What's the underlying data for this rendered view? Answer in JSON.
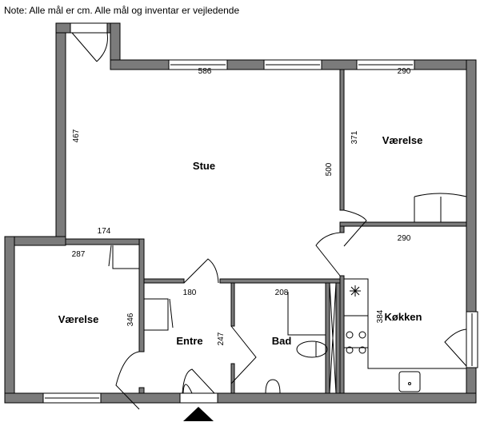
{
  "note": "Note: Alle mål er cm. Alle mål og inventar er vejledende",
  "rooms": {
    "stue": "Stue",
    "vaerelse_1": "Værelse",
    "vaerelse_2": "Værelse",
    "entre": "Entre",
    "bad": "Bad",
    "kokken": "Køkken"
  },
  "dimensions": {
    "stue_width": "586",
    "stue_left": "467",
    "stue_right": "500",
    "stue_bottom": "174",
    "vaerelse_top_width": "290",
    "vaerelse_top_height": "371",
    "kokken_width": "290",
    "kokken_height": "384",
    "vaerelse_left_width": "287",
    "vaerelse_left_height": "346",
    "entre_width": "180",
    "entre_height": "247",
    "bad_width": "208"
  },
  "colors": {
    "wall": "#7b7b7b"
  }
}
